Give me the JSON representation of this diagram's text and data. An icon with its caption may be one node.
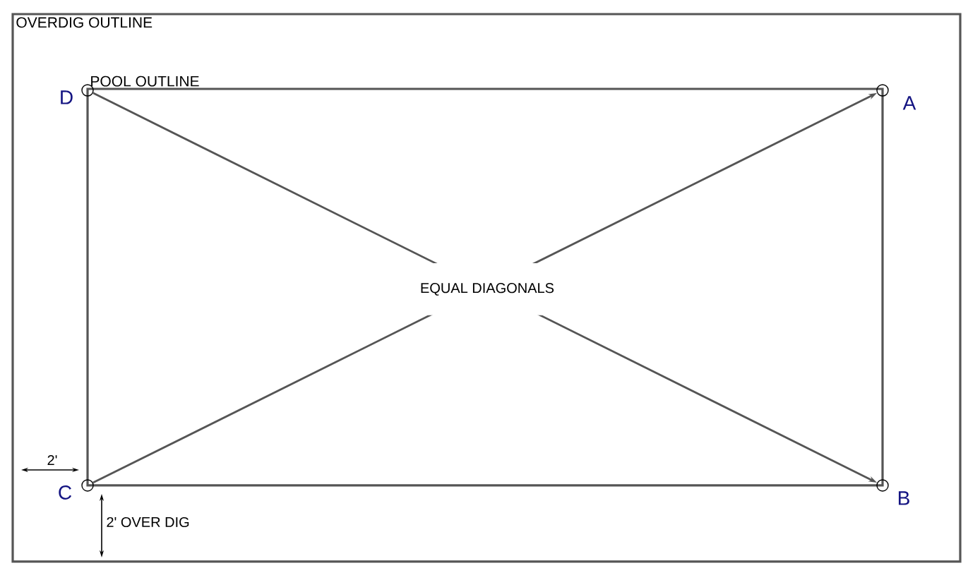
{
  "diagram": {
    "nodes": [
      {
        "text": [
          "OVERDIG OUTLINE"
        ]
      },
      {
        "text": [
          "POOL OUTLINE"
        ],
        "in": 0
      },
      {
        "text": [],
        "shape": "circle",
        "beside": [
          "D"
        ],
        "in": 1
      },
      {
        "text": [],
        "shape": "circle",
        "beside": [
          "A"
        ],
        "in": 1
      },
      {
        "text": [],
        "shape": "circle",
        "beside": [
          "C"
        ],
        "in": 1
      },
      {
        "text": [],
        "shape": "circle",
        "beside": [
          "B"
        ],
        "in": 1
      }
    ],
    "edges": [
      {
        "from": 2,
        "to": 5,
        "arrow": "to"
      },
      {
        "from": 4,
        "to": 3,
        "arrow": "to"
      }
    ],
    "labels": [
      "EQUAL DIAGONALS",
      "2'",
      "2' OVER DIG"
    ]
  }
}
